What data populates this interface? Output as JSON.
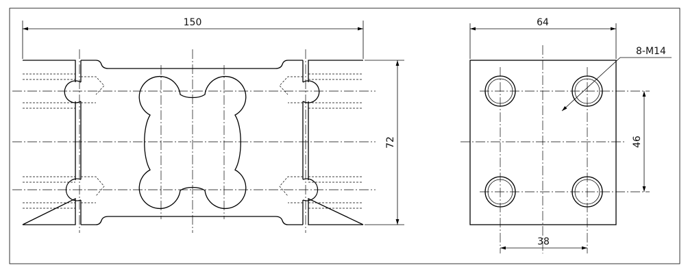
{
  "drawing": {
    "front_view": {
      "length_dim": "150",
      "height_dim": "72"
    },
    "side_view": {
      "width_dim": "64",
      "hole_spacing_vertical_dim": "46",
      "hole_spacing_horizontal_dim": "38",
      "thread_callout": "8-M14"
    }
  }
}
